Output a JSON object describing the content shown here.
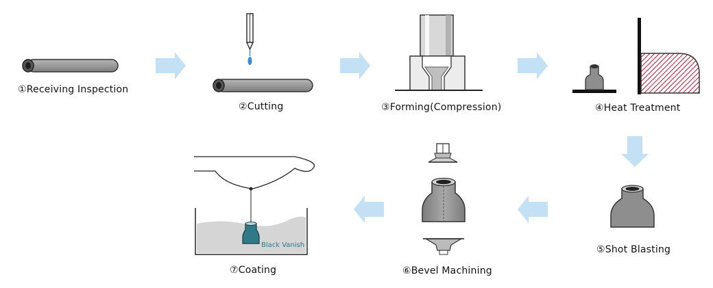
{
  "steps": [
    {
      "label": "①Receiving Inspection"
    },
    {
      "label": "②Cutting"
    },
    {
      "label": "③Forming(Compression)"
    },
    {
      "label": "④Heat Treatment"
    },
    {
      "label": "⑤Shot Blasting"
    },
    {
      "label": "⑥Bevel Machining"
    },
    {
      "label": "⑦Coating"
    }
  ],
  "coating_bath_text": "Black Vanish",
  "colors": {
    "arrow": "#c4e0f5",
    "pipe": "#9a9a9a",
    "pipe_dark": "#3a3a3a",
    "hatch": "#c8102e",
    "teal_text": "#2f7a86",
    "liquid": "#d5d5d5",
    "flame": "#3a8fd9"
  },
  "icons": [
    "right-arrow-icon",
    "down-arrow-icon",
    "left-arrow-icon"
  ]
}
